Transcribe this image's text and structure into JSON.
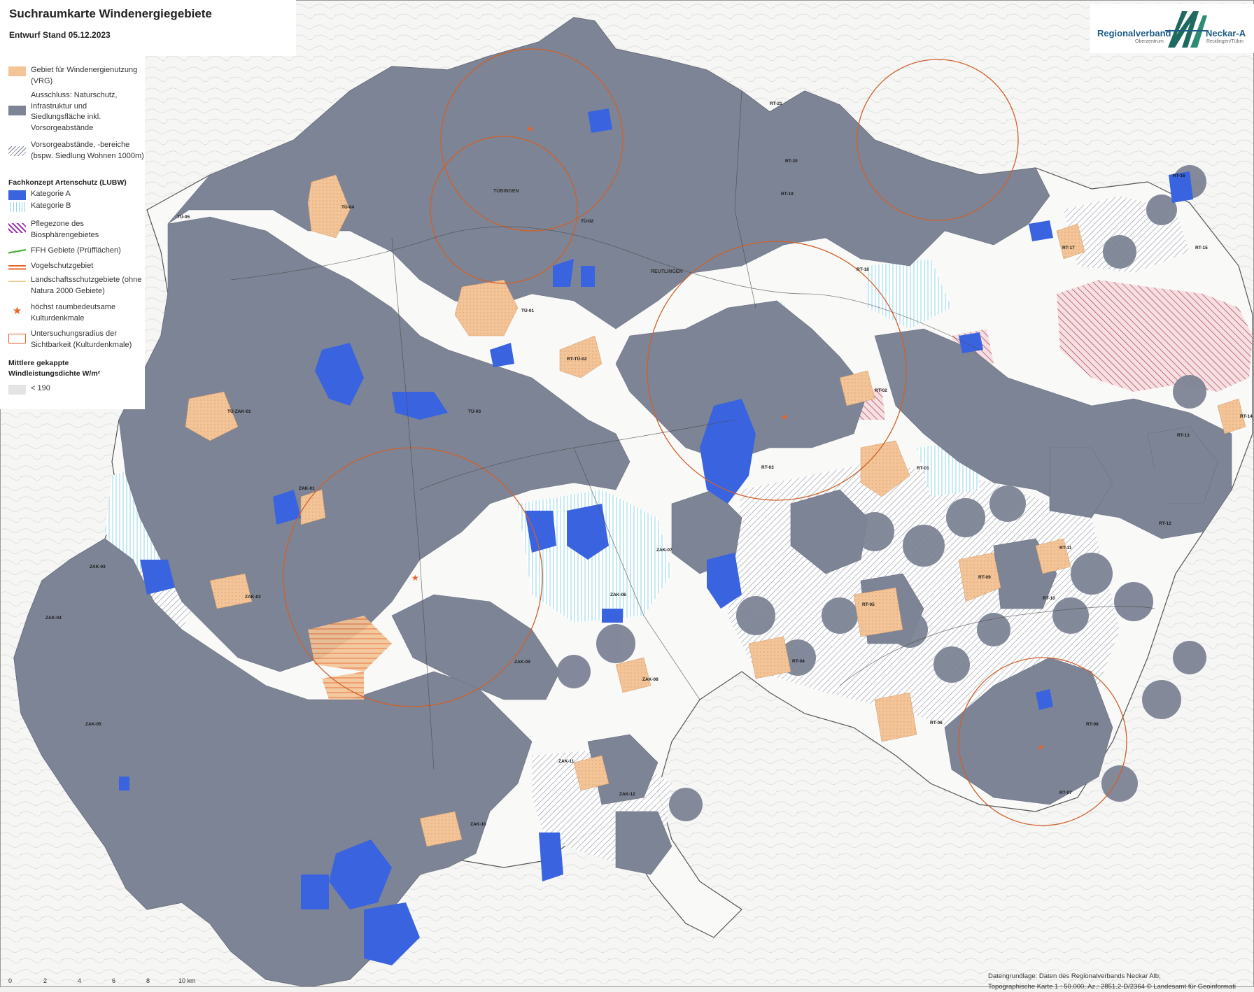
{
  "header": {
    "title": "Suchraumkarte Windenergiegebiete",
    "subtitle": "Entwurf Stand 05.12.2023"
  },
  "logo": {
    "name_left": "Regionalverband",
    "name_right": "Neckar-A",
    "sub_left": "Oberzentrum",
    "sub_right": "Reutlingen/Tübin"
  },
  "legend": {
    "vrg": "Gebiet für Windenergienutzung (VRG)",
    "exclusion": "Ausschluss: Naturschutz, Infrastruktur und Siedlungsfläche inkl. Vorsorgeabstände",
    "buffer": "Vorsorgeabstände, -bereiche (bspw. Siedlung Wohnen 1000m)",
    "species_heading": "Fachkonzept Artenschutz (LUBW)",
    "cat_a": "Kategorie A",
    "cat_b": "Kategorie B",
    "biosphere": "Pflegezone des Biosphärengebietes",
    "ffh": "FFH Gebiete (Prüfflächen)",
    "bird": "Vogelschutzgebiet",
    "landscape": "Landschaftsschutzgebiete (ohne Natura 2000 Gebiete)",
    "monuments": "höchst raumbedeutsame Kulturdenkmale",
    "radius": "Untersuchungsradius der Sichtbarkeit (Kulturdenkmale)",
    "wind_heading": "Mittlere gekappte Windleistungsdichte W/m²",
    "wind_class": "< 190",
    "colors": {
      "vrg": "#f3c497",
      "exclusion": "#7d8495",
      "cat_a": "#3a63e0",
      "cat_b": "#8fd6e8",
      "biosphere": "#9b3aa8",
      "ffh": "#4cae3a",
      "bird": "#e8642a",
      "landscape": "#f0c98a",
      "monument": "#e8642a",
      "wind": "#e4e4e4"
    }
  },
  "map_labels": [
    "TÜ-04",
    "TÜ-05",
    "TÜ-02",
    "TÜ-01",
    "TÜ-03",
    "TÜ-ZAK-01",
    "RT-TÜ-02",
    "RT-21",
    "RT-20",
    "RT-19",
    "RT-18",
    "RT-17",
    "RT-16",
    "RT-15",
    "RT-14",
    "RT-13",
    "RT-12",
    "RT-11",
    "RT-10",
    "RT-09",
    "RT-08",
    "RT-07",
    "RT-06",
    "RT-05",
    "RT-04",
    "RT-03",
    "RT-02",
    "RT-01",
    "ZAK-01",
    "ZAK-02",
    "ZAK-03",
    "ZAK-04",
    "ZAK-05",
    "ZAK-06",
    "ZAK-07",
    "ZAK-08",
    "ZAK-09",
    "ZAK-10",
    "ZAK-11",
    "ZAK-12",
    "REUTLINGEN",
    "TÜBINGEN"
  ],
  "scale": {
    "ticks": [
      "0",
      "2",
      "4",
      "6",
      "8",
      "10 km"
    ]
  },
  "source": {
    "line1": "Datengrundlage: Daten des Regionalverbands Neckar Alb;",
    "line2": "Topographische Karte 1 : 50.000, Az.: 2851.2-D/2364 © Landesamt für Geoinformati"
  }
}
